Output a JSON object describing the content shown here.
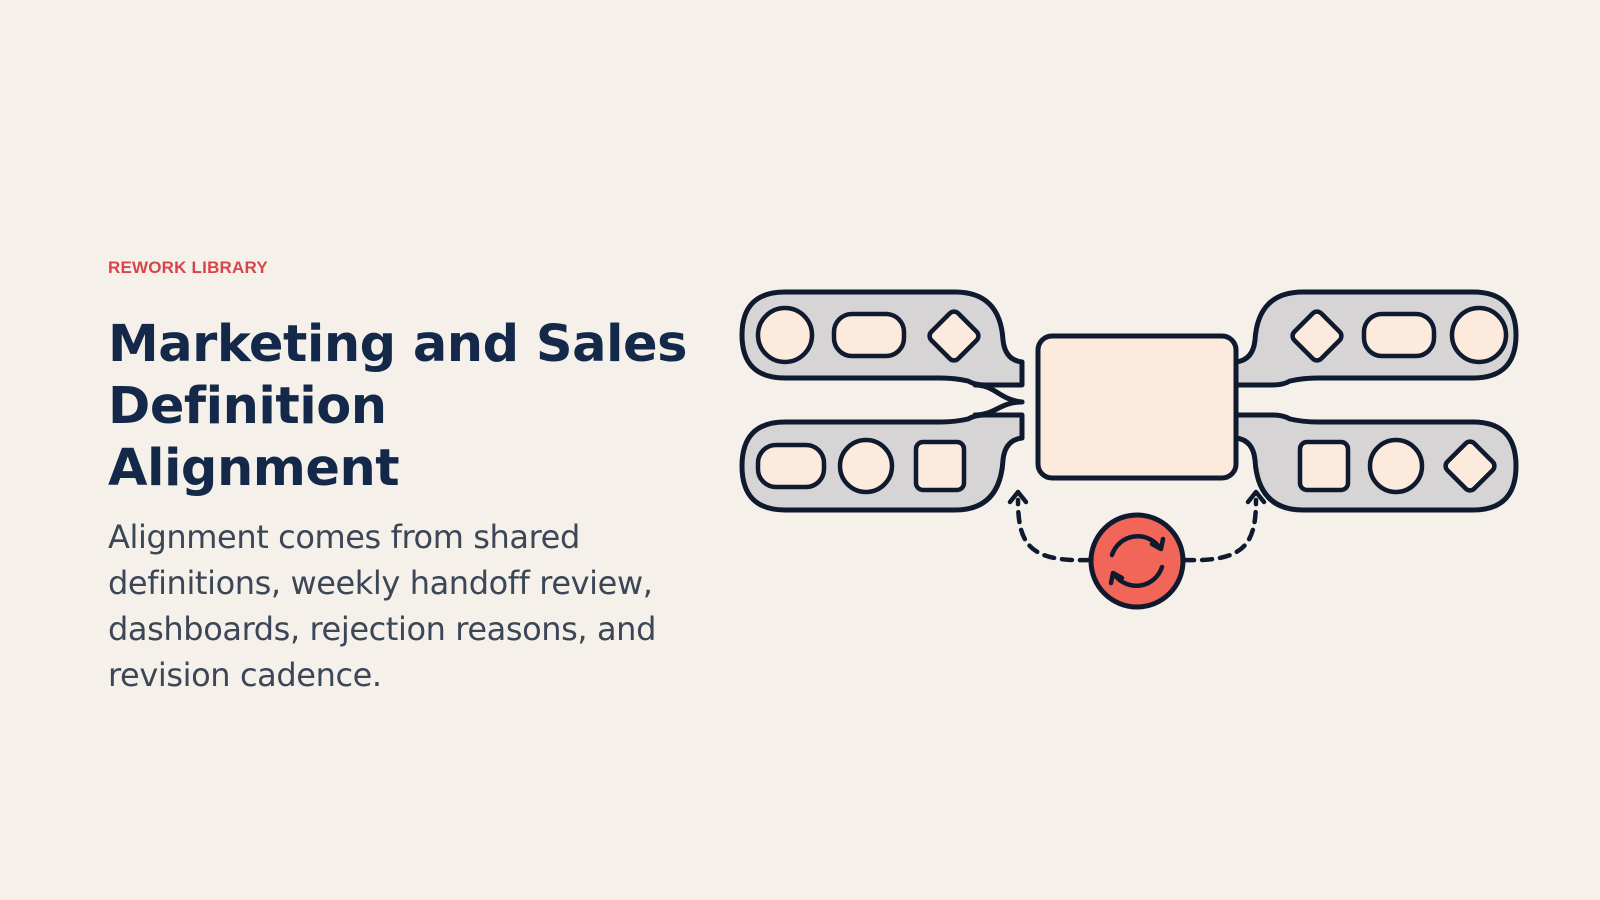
{
  "eyebrow": "REWORK LIBRARY",
  "title_line1": "Marketing and Sales",
  "title_line2": "Definition Alignment",
  "description": "Alignment comes from shared definitions, weekly handoff review, dashboards, rejection reasons, and revision cadence.",
  "colors": {
    "background": "#f5f1ea",
    "accent": "#d8444c",
    "title": "#14294a",
    "body": "#3b4656",
    "tray": "#d6d4d4",
    "shape_fill": "#fcebdc",
    "cycle": "#f2665a",
    "outline": "#0f1a2e"
  },
  "illustration": {
    "center_icon": "refresh-cycle-icon",
    "trays": [
      {
        "side": "left",
        "row": "top",
        "shapes": [
          "circle",
          "pill",
          "diamond"
        ]
      },
      {
        "side": "left",
        "row": "bottom",
        "shapes": [
          "pill",
          "circle",
          "square"
        ]
      },
      {
        "side": "right",
        "row": "top",
        "shapes": [
          "diamond",
          "pill",
          "circle"
        ]
      },
      {
        "side": "right",
        "row": "bottom",
        "shapes": [
          "square",
          "circle",
          "diamond"
        ]
      }
    ]
  }
}
